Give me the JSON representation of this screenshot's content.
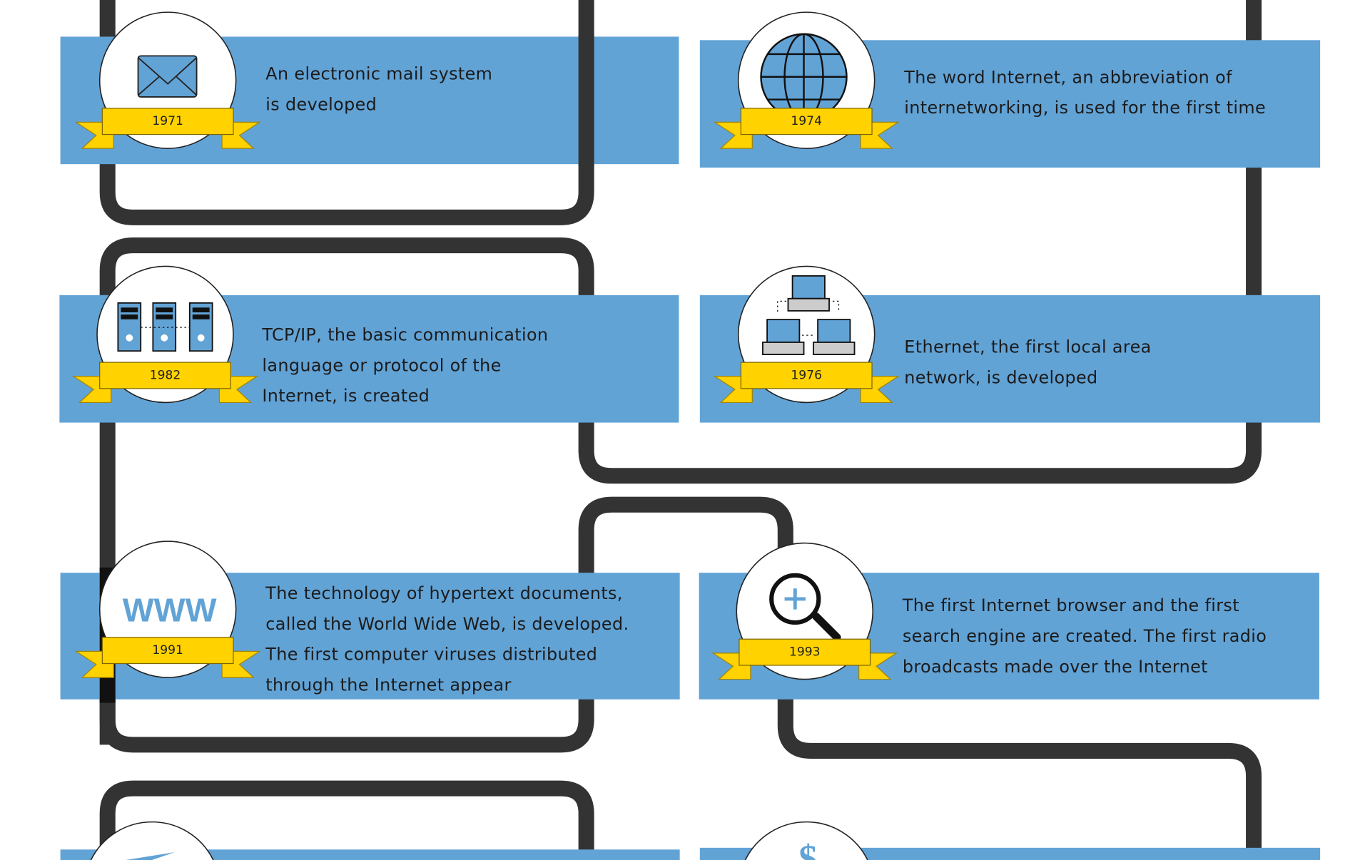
{
  "colors": {
    "banner": "#62a3d6",
    "track": "#333333",
    "ribbon": "#ffd200",
    "icon": "#62a3d6"
  },
  "events": [
    {
      "year": "1971",
      "icon": "envelope-icon",
      "lines": [
        "An electronic mail system",
        "is developed"
      ]
    },
    {
      "year": "1974",
      "icon": "globe-icon",
      "lines": [
        "The word Internet, an abbreviation of",
        "internetworking, is used for the first time"
      ]
    },
    {
      "year": "1982",
      "icon": "servers-icon",
      "lines": [
        "TCP/IP, the basic communication",
        "language or protocol of the",
        "Internet, is created"
      ]
    },
    {
      "year": "1976",
      "icon": "network-icon",
      "lines": [
        "Ethernet, the first local area",
        "network, is developed"
      ]
    },
    {
      "year": "1991",
      "icon": "www-icon",
      "icon_text": "WWW",
      "lines": [
        "The technology of hypertext documents,",
        "called the World Wide Web, is developed.",
        "The first computer viruses distributed",
        "through the Internet appear"
      ]
    },
    {
      "year": "1993",
      "icon": "magnifier-icon",
      "lines": [
        "The first Internet browser and the first",
        "search engine are created. The first radio",
        "broadcasts made over the Internet"
      ]
    }
  ],
  "partial": [
    {
      "icon": "paper-plane-icon"
    },
    {
      "icon": "dollar-icon",
      "icon_text": "$"
    }
  ]
}
